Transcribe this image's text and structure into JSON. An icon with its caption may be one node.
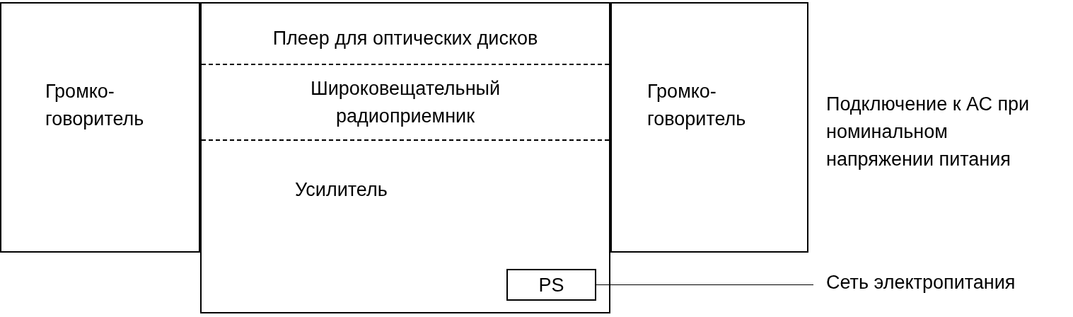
{
  "diagram": {
    "nodes": [
      {
        "text": [
          "Громко- говоритель"
        ]
      },
      {
        "text": [],
        "shape": "box"
      },
      {
        "text": [
          "Плеер для оптических дисков"
        ],
        "in": 1
      },
      {
        "text": [
          "Широковещательный радиоприемник"
        ],
        "in": 1
      },
      {
        "text": [
          "Усилитель"
        ],
        "in": 1
      },
      {
        "text": [
          "PS"
        ],
        "in": 4
      },
      {
        "text": [
          "Громко- говоритель"
        ]
      },
      {
        "text": [
          "Сеть электропитания"
        ]
      }
    ],
    "edges": [
      {
        "from": 5,
        "to": 7,
        "arrow": "none"
      }
    ],
    "labels": [
      "Подключение к АС при номинальном напряжении питания"
    ]
  }
}
